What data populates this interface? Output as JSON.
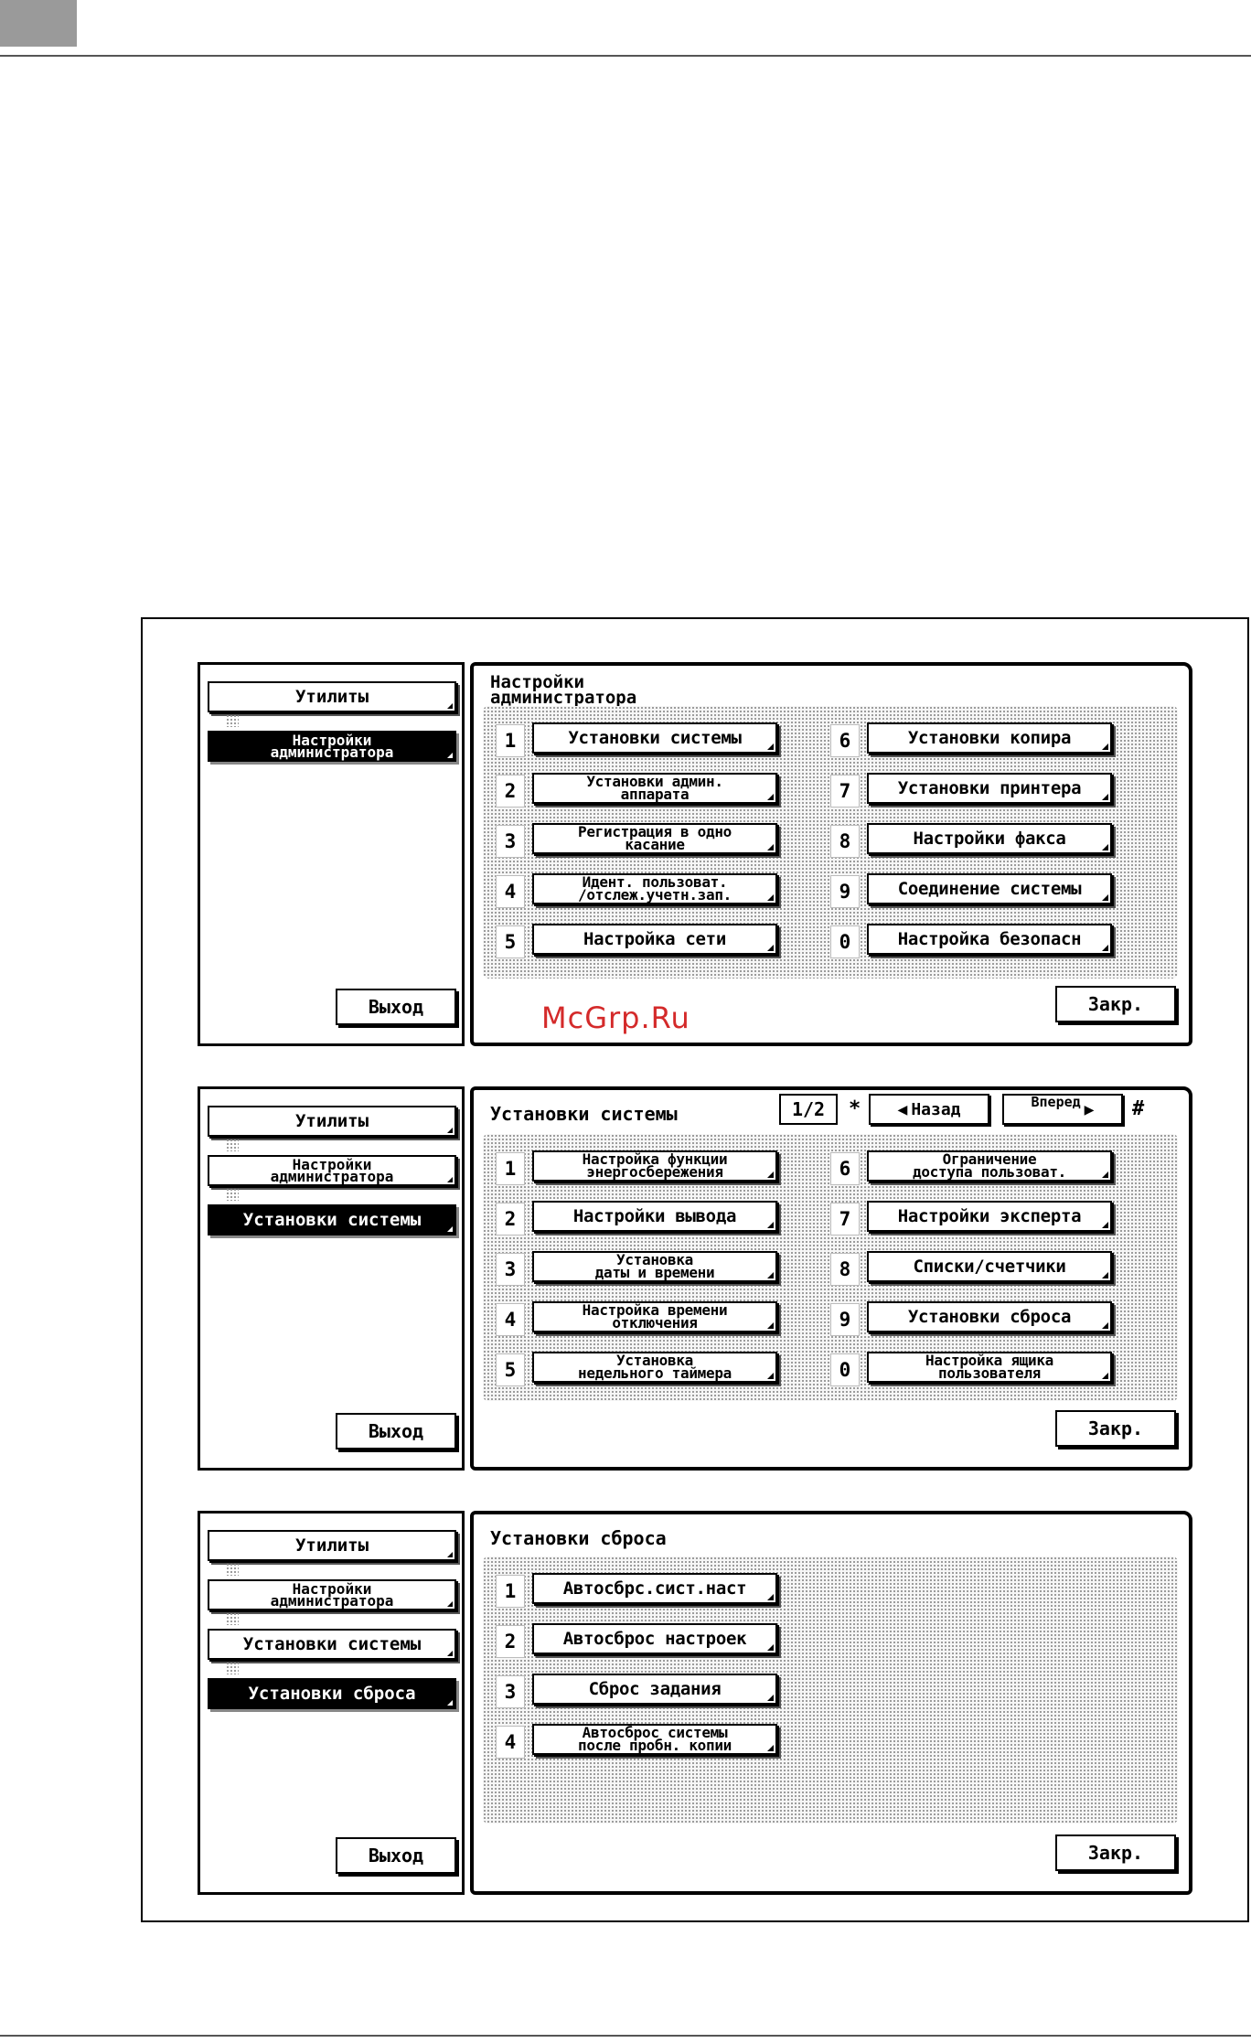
{
  "screens": [
    {
      "left": {
        "nav": [
          {
            "label": "Утилиты",
            "active": false
          },
          {
            "label": "Настройки\nадминистратора",
            "active": true
          }
        ],
        "exit_label": "Выход"
      },
      "title": "Настройки\nадминистратора",
      "items": [
        {
          "num": "1",
          "label": "Установки системы"
        },
        {
          "num": "2",
          "label": "Установки админ.\nаппарата"
        },
        {
          "num": "3",
          "label": "Регистрация в одно\nкасание"
        },
        {
          "num": "4",
          "label": "Идент. пользоват.\n/отслеж.учетн.зап."
        },
        {
          "num": "5",
          "label": "Настройка сети"
        },
        {
          "num": "6",
          "label": "Установки копира"
        },
        {
          "num": "7",
          "label": "Установки принтера"
        },
        {
          "num": "8",
          "label": "Настройки факса"
        },
        {
          "num": "9",
          "label": "Соединение системы"
        },
        {
          "num": "0",
          "label": "Настройка безопасн"
        }
      ],
      "close_label": "Закр."
    },
    {
      "left": {
        "nav": [
          {
            "label": "Утилиты",
            "active": false
          },
          {
            "label": "Настройки\nадминистратора",
            "active": false
          },
          {
            "label": "Установки системы",
            "active": true
          }
        ],
        "exit_label": "Выход"
      },
      "title": "Установки системы",
      "pager": {
        "page": "1/2",
        "back_key": "*",
        "back_label": "Назад",
        "forward_label": "Вперед",
        "forward_key": "#"
      },
      "items": [
        {
          "num": "1",
          "label": "Настройка функции\nэнергосбережения"
        },
        {
          "num": "2",
          "label": "Настройки вывода"
        },
        {
          "num": "3",
          "label": "Установка\nдаты и времени"
        },
        {
          "num": "4",
          "label": "Настройка времени\nотключения"
        },
        {
          "num": "5",
          "label": "Установка\nнедельного таймера"
        },
        {
          "num": "6",
          "label": "Ограничение\nдоступа пользоват."
        },
        {
          "num": "7",
          "label": "Настройки эксперта"
        },
        {
          "num": "8",
          "label": "Списки/счетчики"
        },
        {
          "num": "9",
          "label": "Установки сброса"
        },
        {
          "num": "0",
          "label": "Настройка ящика\nпользователя"
        }
      ],
      "close_label": "Закр."
    },
    {
      "left": {
        "nav": [
          {
            "label": "Утилиты",
            "active": false
          },
          {
            "label": "Настройки\nадминистратора",
            "active": false
          },
          {
            "label": "Установки системы",
            "active": false
          },
          {
            "label": "Установки сброса",
            "active": true
          }
        ],
        "exit_label": "Выход"
      },
      "title": "Установки сброса",
      "items": [
        {
          "num": "1",
          "label": "Автосбрс.сист.наст"
        },
        {
          "num": "2",
          "label": "Автосброс настроек"
        },
        {
          "num": "3",
          "label": "Сброс задания"
        },
        {
          "num": "4",
          "label": "Автосброс системы\nпосле пробн. копии"
        }
      ],
      "close_label": "Закр."
    }
  ],
  "watermark": "McGrp.Ru",
  "colors": {
    "watermark": "#d42a2a",
    "corner_block": "#9a9a9a"
  }
}
